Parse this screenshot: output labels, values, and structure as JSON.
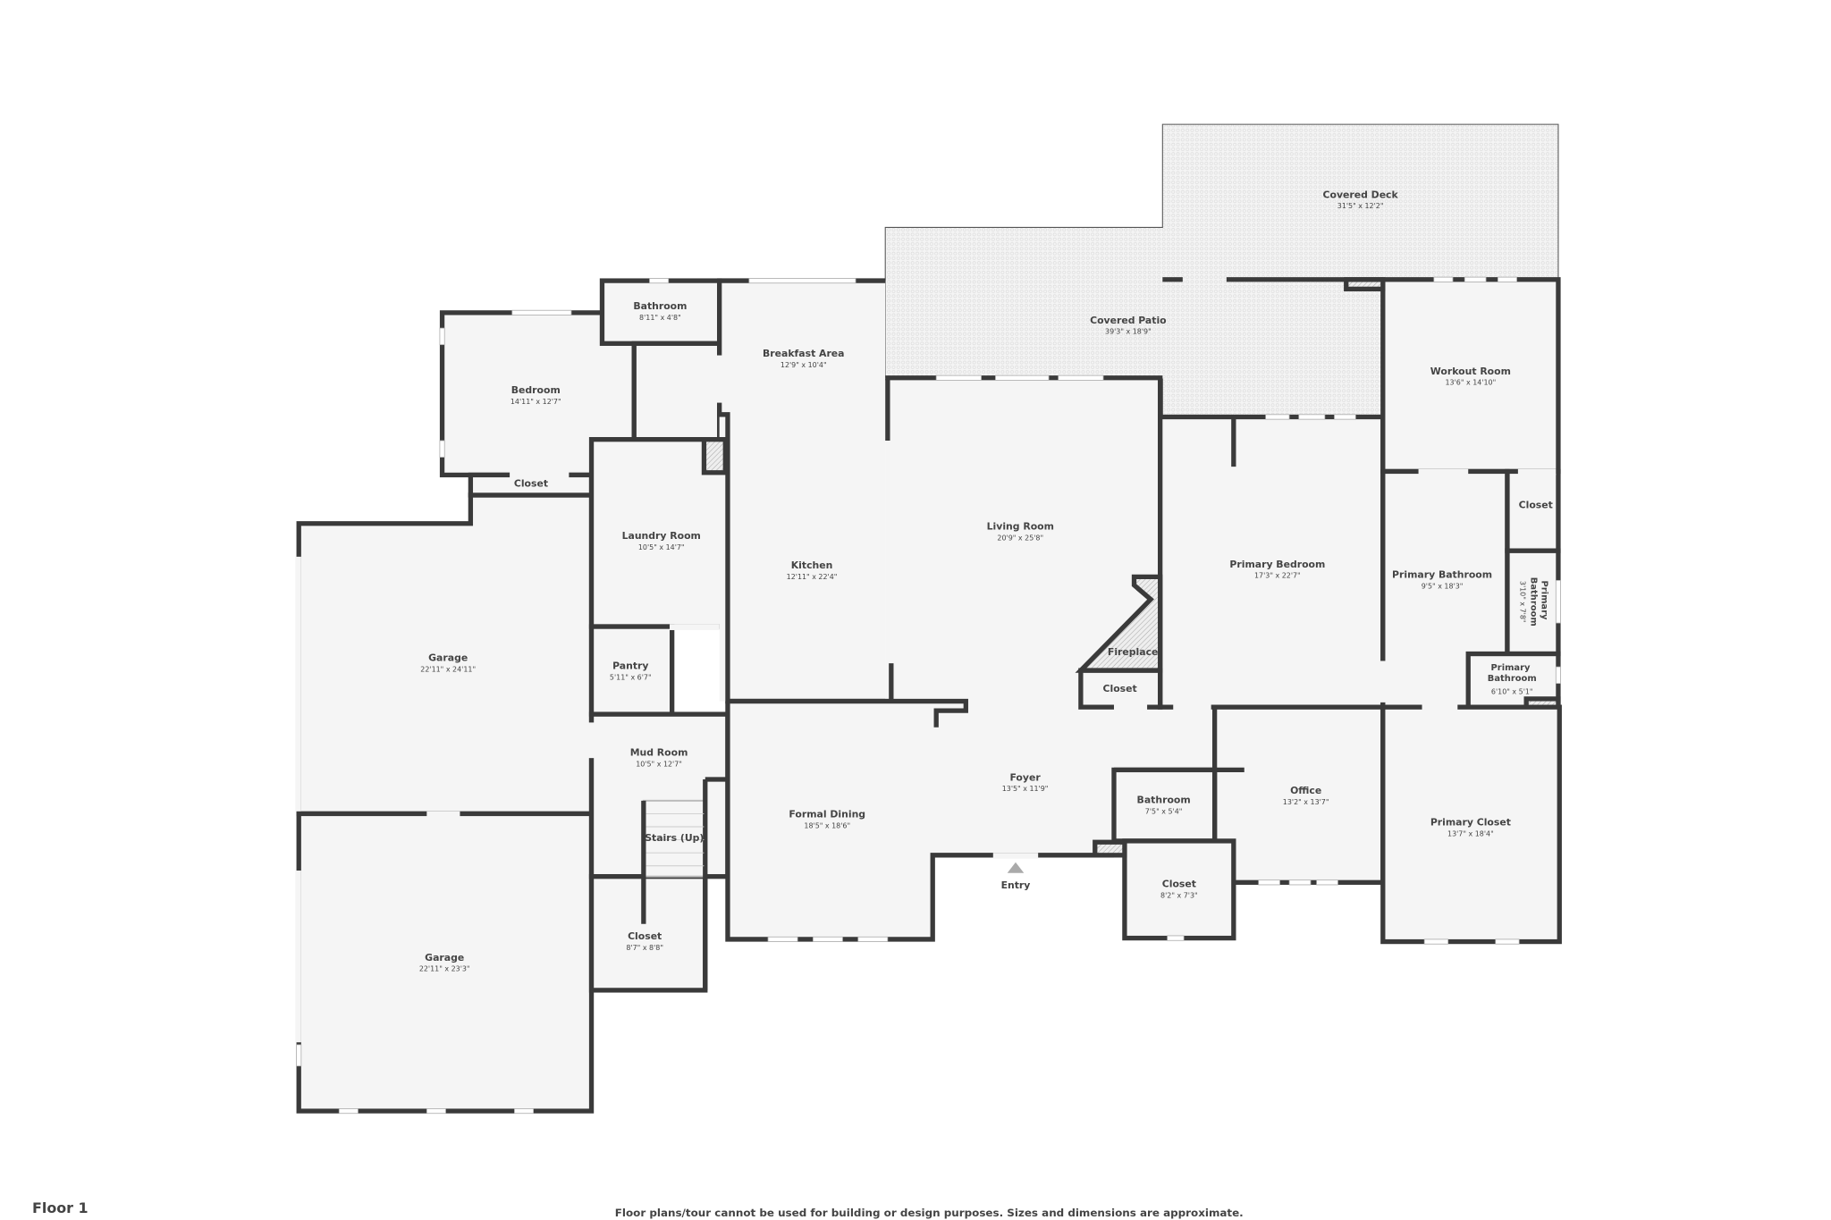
{
  "floor_label": "Floor 1",
  "disclaimer": "Floor plans/tour cannot be used for building or design purposes. Sizes and dimensions are approximate.",
  "entry_label": "Entry",
  "colors": {
    "wall": "#3a3a3a",
    "floor": "#f5f5f5",
    "text": "#444444"
  },
  "rooms": [
    {
      "name": "Covered Deck",
      "dims": "31'5\" x 12'2\""
    },
    {
      "name": "Covered Patio",
      "dims": "39'3\" x 18'9\""
    },
    {
      "name": "Bathroom",
      "dims": "8'11\" x 4'8\""
    },
    {
      "name": "Bedroom",
      "dims": "14'11\" x 12'7\""
    },
    {
      "name": "Closet",
      "dims": ""
    },
    {
      "name": "Breakfast Area",
      "dims": "12'9\" x 10'4\""
    },
    {
      "name": "Laundry Room",
      "dims": "10'5\" x 14'7\""
    },
    {
      "name": "Kitchen",
      "dims": "12'11\" x 22'4\""
    },
    {
      "name": "Living Room",
      "dims": "20'9\" x 25'8\""
    },
    {
      "name": "Garage",
      "dims": "22'11\" x 24'11\""
    },
    {
      "name": "Pantry",
      "dims": "5'11\" x 6'7\""
    },
    {
      "name": "Mud Room",
      "dims": "10'5\" x 12'7\""
    },
    {
      "name": "Stairs (Up)",
      "dims": ""
    },
    {
      "name": "Formal Dining",
      "dims": "18'5\" x 18'6\""
    },
    {
      "name": "Closet",
      "dims": "8'7\" x 8'8\""
    },
    {
      "name": "Garage",
      "dims": "22'11\" x 23'3\""
    },
    {
      "name": "Foyer",
      "dims": "13'5\" x 11'9\""
    },
    {
      "name": "Fireplace",
      "dims": ""
    },
    {
      "name": "Closet",
      "dims": ""
    },
    {
      "name": "Primary Bedroom",
      "dims": "17'3\" x 22'7\""
    },
    {
      "name": "Workout Room",
      "dims": "13'6\" x 14'10\""
    },
    {
      "name": "Closet",
      "dims": ""
    },
    {
      "name": "Primary Bathroom",
      "dims": "9'5\" x 18'3\""
    },
    {
      "name": "Primary Bathroom",
      "dims": "3'10\" x 7'8\""
    },
    {
      "name": "Primary Bathroom",
      "dims": "6'10\" x 5'1\""
    },
    {
      "name": "Bathroom",
      "dims": "7'5\" x 5'4\""
    },
    {
      "name": "Office",
      "dims": "13'2\" x 13'7\""
    },
    {
      "name": "Closet",
      "dims": "8'2\" x 7'3\""
    },
    {
      "name": "Primary Closet",
      "dims": "13'7\" x 18'4\""
    }
  ]
}
